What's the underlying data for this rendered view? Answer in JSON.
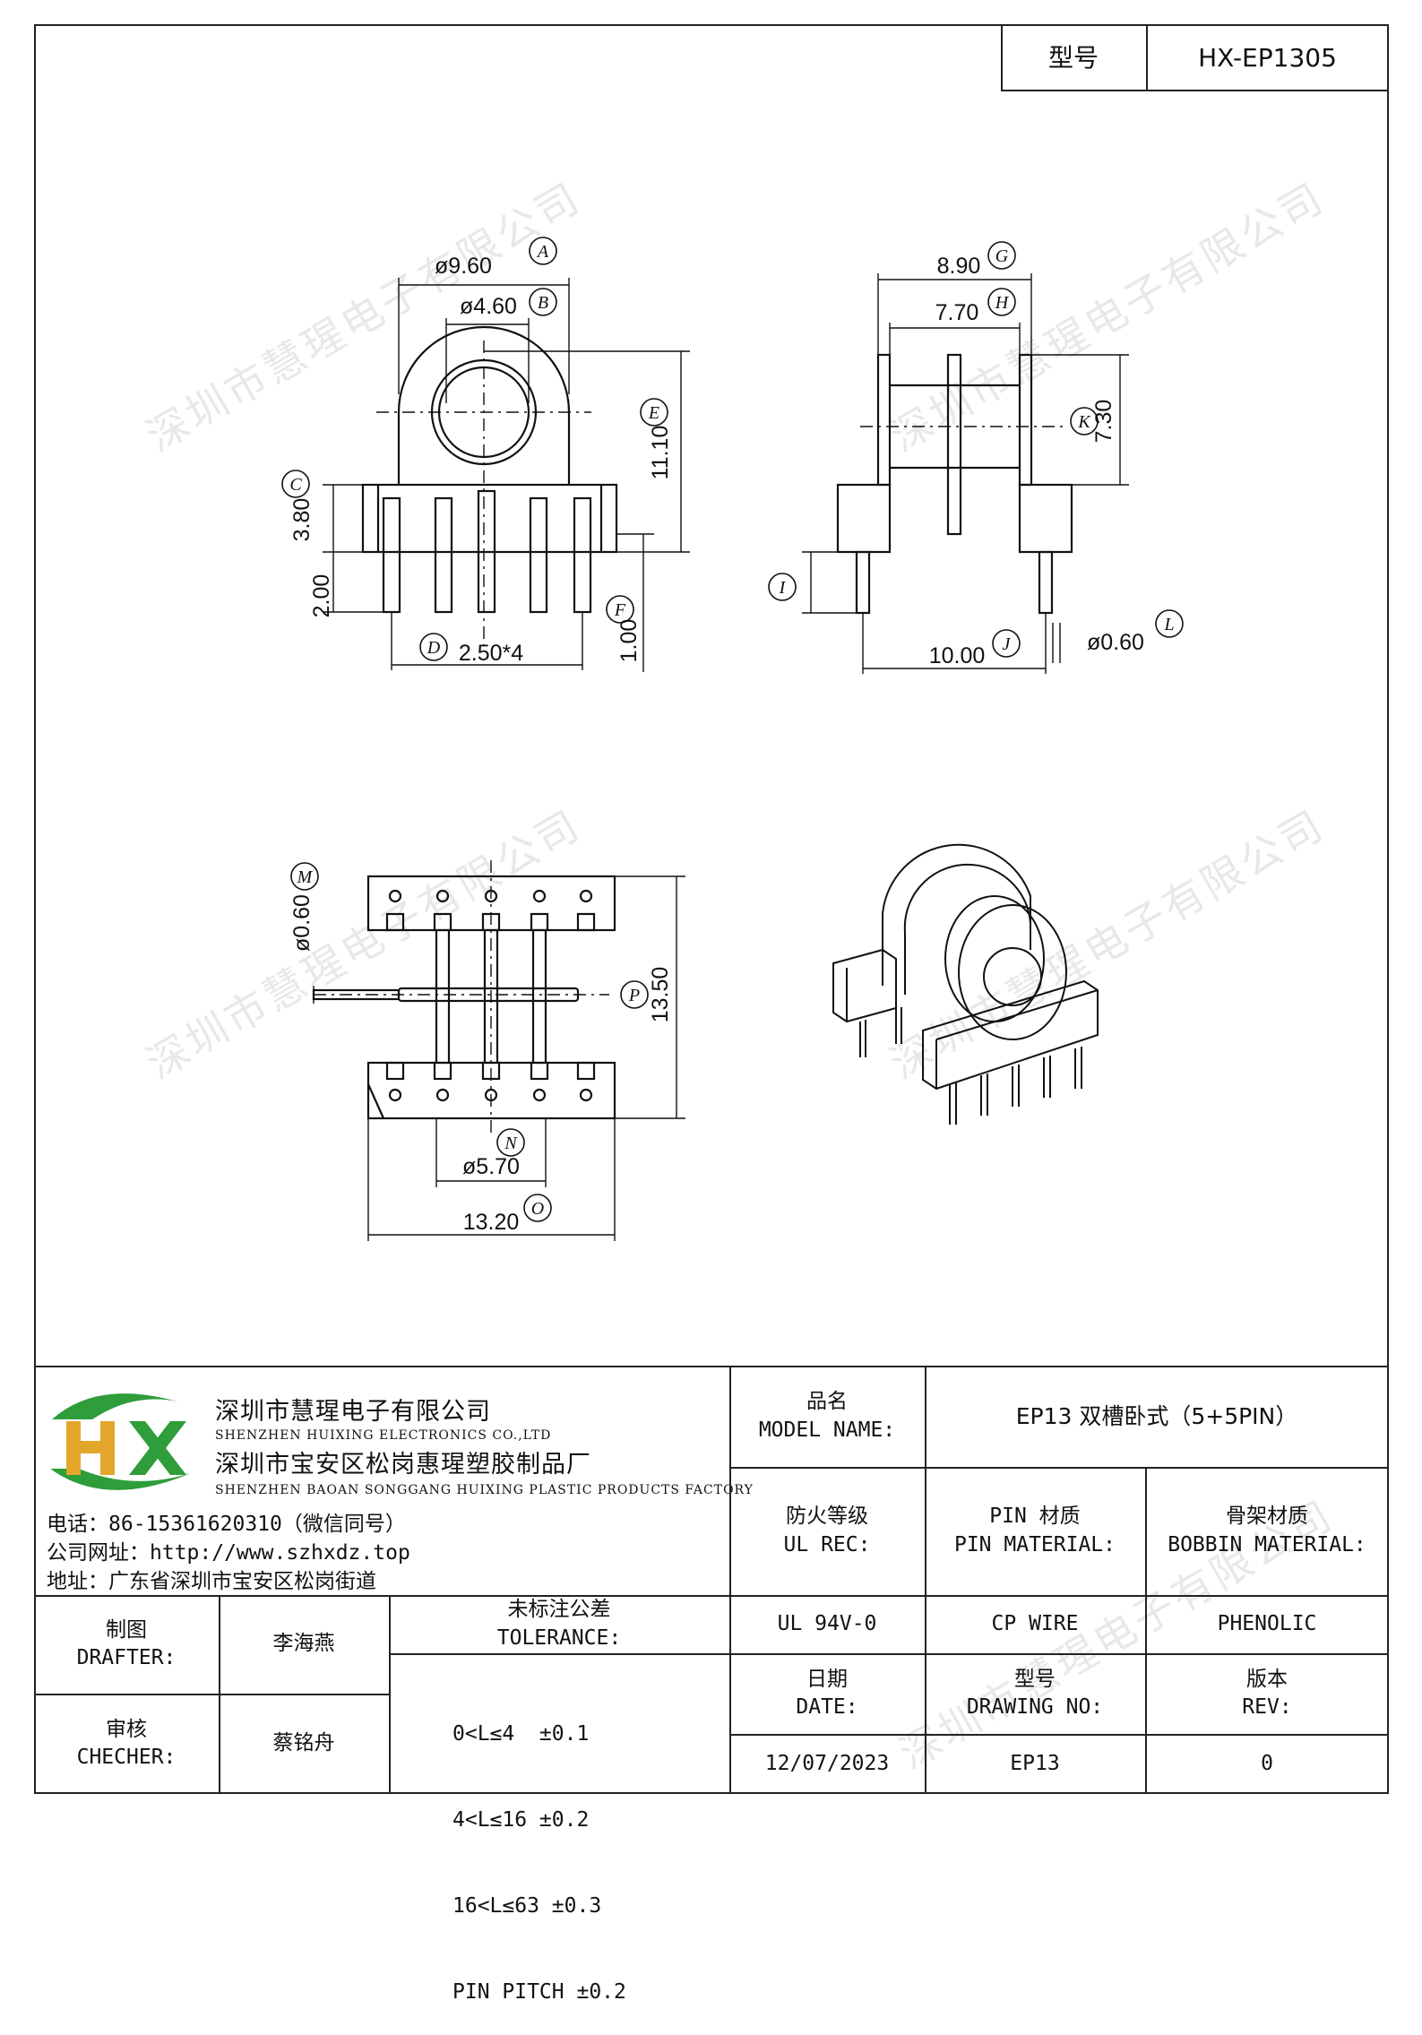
{
  "header": {
    "model_label": "型号",
    "model_value": "HX-EP1305"
  },
  "drawing": {
    "front_view": {
      "dim_a": "ø9.60",
      "dim_b": "ø4.60",
      "dim_e": "11.10",
      "dim_c": "3.80",
      "dim_pin": "2.00",
      "dim_f": "1.00",
      "dim_d": "2.50*4",
      "circ_a": "A",
      "circ_b": "B",
      "circ_e": "E",
      "circ_c": "C",
      "circ_f": "F",
      "circ_d": "D"
    },
    "side_view": {
      "dim_g": "8.90",
      "dim_h": "7.70",
      "dim_k": "7.30",
      "dim_j": "10.00",
      "dim_l": "ø0.60",
      "circ_g": "G",
      "circ_h": "H",
      "circ_k": "K",
      "circ_i": "I",
      "circ_j": "J",
      "circ_l": "L"
    },
    "bottom_view": {
      "dim_m": "ø0.60",
      "dim_p": "13.50",
      "dim_n": "ø5.70",
      "dim_o": "13.20",
      "circ_m": "M",
      "circ_p": "P",
      "circ_n": "N",
      "circ_o": "O"
    }
  },
  "watermark": "深圳市慧瑆电子有限公司",
  "company": {
    "logo_text": "HX",
    "name_cn": "深圳市慧瑆电子有限公司",
    "name_en": "SHENZHEN HUIXING ELECTRONICS CO.,LTD",
    "factory_cn": "深圳市宝安区松岗惠瑆塑胶制品厂",
    "factory_en": "SHENZHEN BAOAN SONGGANG HUIXING PLASTIC PRODUCTS FACTORY",
    "phone": "电话：86-15361620310（微信同号）",
    "website": "公司网址：http://www.szhxdz.top",
    "address": "地址：广东省深圳市宝安区松岗街道"
  },
  "title_block": {
    "model_name_label_cn": "品名",
    "model_name_label_en": "MODEL NAME:",
    "model_name_value": "EP13 双槽卧式（5+5PIN）",
    "ul_label_cn": "防火等级",
    "ul_label_en": "UL REC:",
    "pin_label_cn": "PIN 材质",
    "pin_label_en": "PIN MATERIAL:",
    "bobbin_label_cn": "骨架材质",
    "bobbin_label_en": "BOBBIN MATERIAL:",
    "ul_value": "UL 94V-0",
    "pin_value": "CP WIRE",
    "bobbin_value": "PHENOLIC",
    "date_label_cn": "日期",
    "date_label_en": "DATE:",
    "drawing_no_label_cn": "型号",
    "drawing_no_label_en": "DRAWING NO:",
    "rev_label_cn": "版本",
    "rev_label_en": "REV:",
    "date_value": "12/07/2023",
    "drawing_no_value": "EP13",
    "rev_value": "0",
    "drafter_label_cn": "制图",
    "drafter_label_en": "DRAFTER:",
    "drafter_value": "李海燕",
    "checker_label_cn": "审核",
    "checker_label_en": "CHECHER:",
    "checker_value": "蔡铭舟",
    "tolerance_label_cn": "未标注公差",
    "tolerance_label_en": "TOLERANCE:",
    "tolerances": [
      "0<L≤4  ±0.1",
      "4<L≤16 ±0.2",
      "16<L≤63 ±0.3",
      "PIN PITCH ±0.2"
    ]
  }
}
